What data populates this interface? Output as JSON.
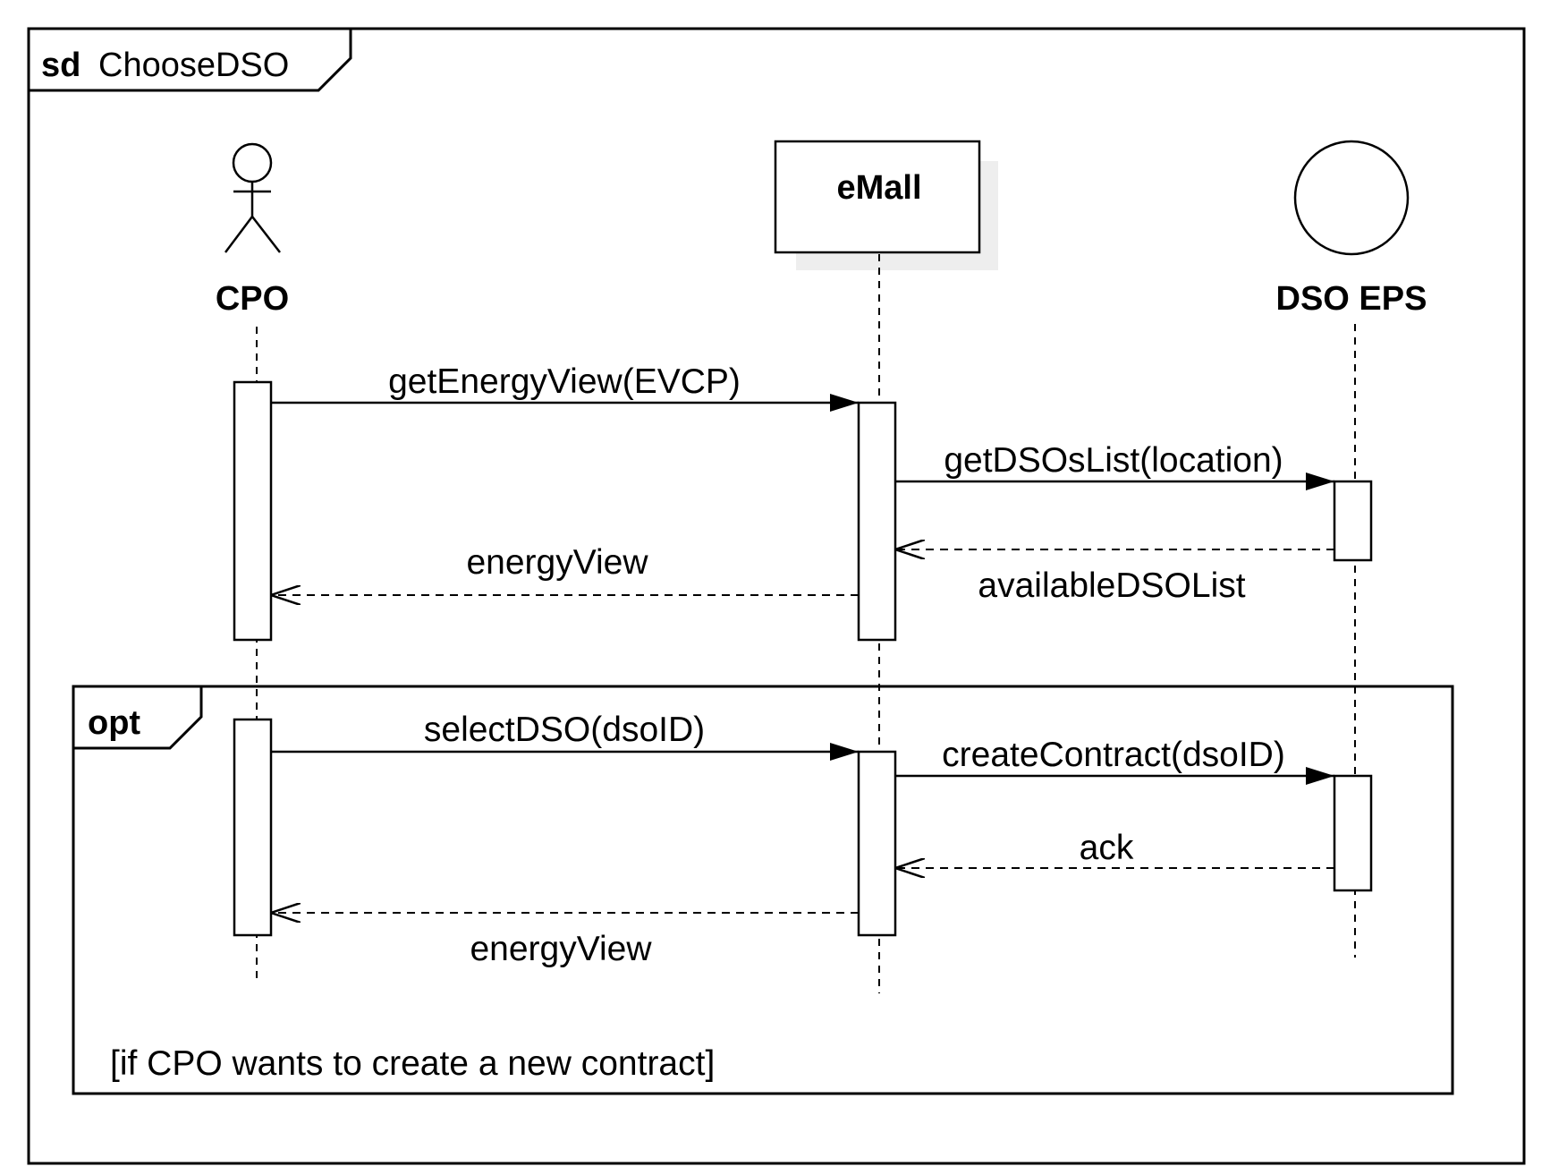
{
  "frame": {
    "keyword": "sd",
    "name": "ChooseDSO"
  },
  "participants": {
    "cpo": {
      "label": "CPO",
      "kind": "actor"
    },
    "emall": {
      "label": "eMall",
      "kind": "object"
    },
    "dso": {
      "label": "DSO EPS",
      "kind": "entity"
    }
  },
  "messages": {
    "m1": "getEnergyView(EVCP)",
    "m2": "getDSOsList(location)",
    "m3": "availableDSOList",
    "m4": "energyView",
    "m5": "selectDSO(dsoID)",
    "m6": "createContract(dsoID)",
    "m7": "ack",
    "m8": "energyView"
  },
  "fragment": {
    "operator": "opt",
    "guard": "[if CPO wants to create a new contract]"
  }
}
